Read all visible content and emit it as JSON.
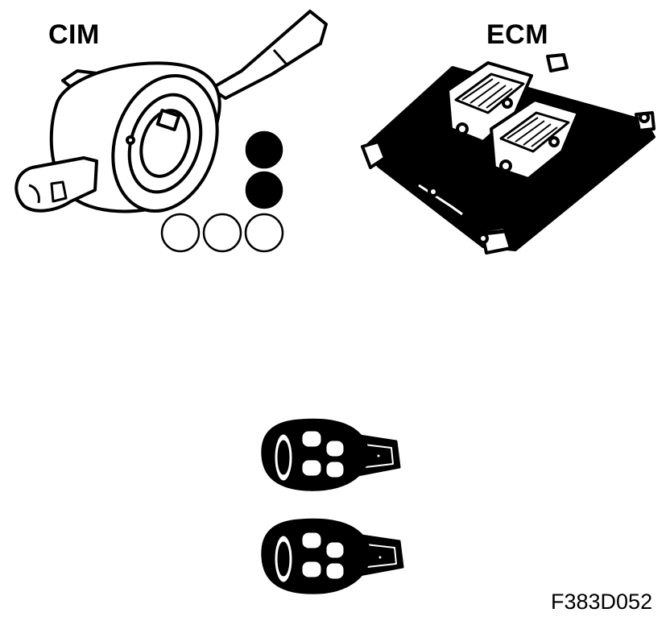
{
  "labels": {
    "cim": "CIM",
    "ecm": "ECM",
    "figure_code": "F383D052"
  },
  "indicators": {
    "filled_count": 2,
    "empty_count": 3
  },
  "colors": {
    "ink": "#000000",
    "paper": "#ffffff",
    "fill": "#000000"
  }
}
